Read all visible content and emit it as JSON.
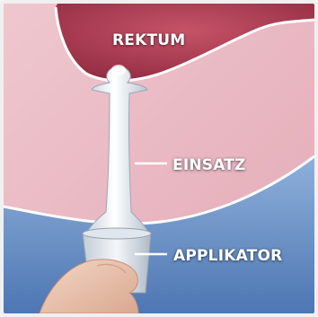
{
  "labels": {
    "rektum": "REKTUM",
    "einsatz": "EINSATZ",
    "applikator": "APPLIKATOR"
  },
  "colors": {
    "tissue": "#e9b9c2",
    "rectum_cavity": "#b23f55",
    "background_blue": "#6f92c6",
    "insert": "#eef2f6",
    "label_text": "#ffffff"
  }
}
